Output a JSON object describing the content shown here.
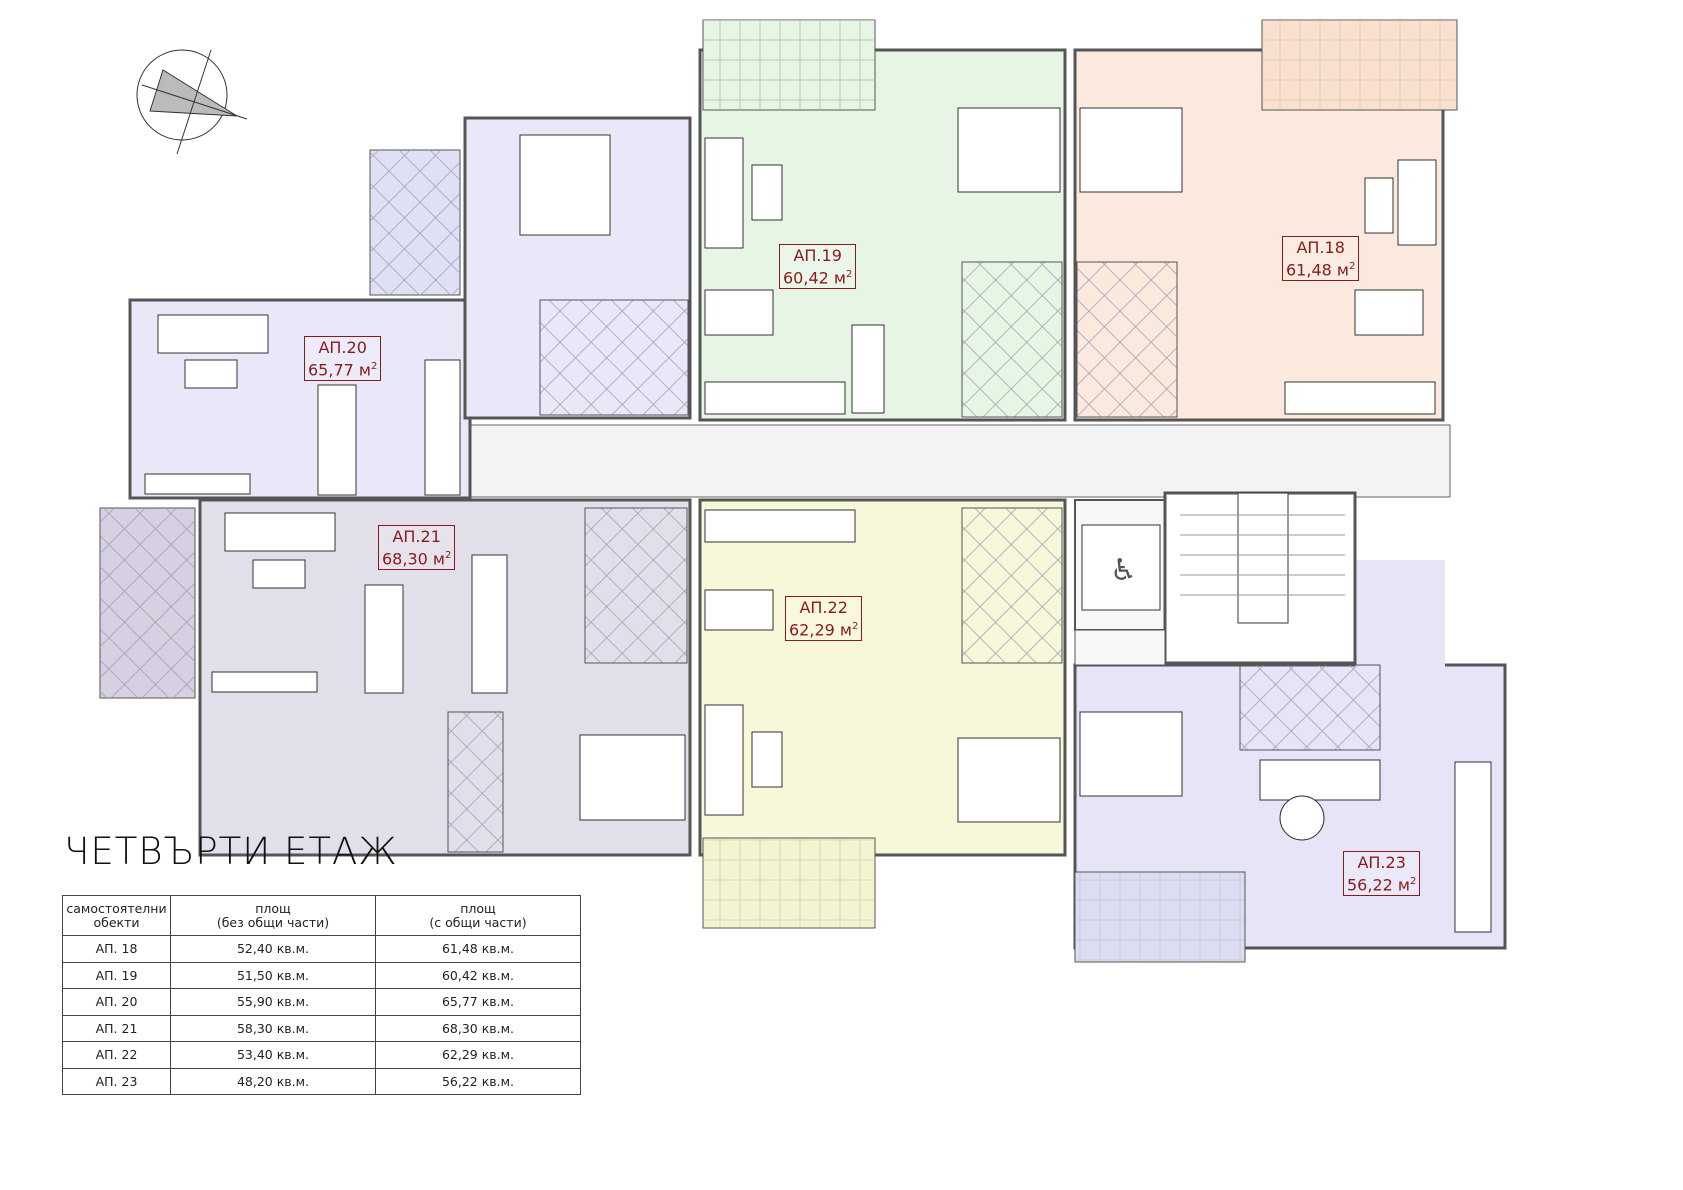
{
  "title": "ЧЕТВЪРТИ ЕТАЖ",
  "apartments": [
    {
      "name": "АП.18",
      "area": "61,48 м",
      "color": "#fbe9dd"
    },
    {
      "name": "АП.19",
      "area": "60,42 м",
      "color": "#e7f5e5"
    },
    {
      "name": "АП.20",
      "area": "65,77 м",
      "color": "#e8e8f9"
    },
    {
      "name": "АП.21",
      "area": "68,30 м",
      "color": "#e3dfea"
    },
    {
      "name": "АП.22",
      "area": "62,29 м",
      "color": "#f7f7da"
    },
    {
      "name": "АП.23",
      "area": "56,22 м",
      "color": "#e5e5f7"
    }
  ],
  "sup": "2",
  "table": {
    "headers": [
      [
        "самостоятелни",
        "обекти"
      ],
      [
        "площ",
        "(без общи части)"
      ],
      [
        "площ",
        "(с общи части)"
      ]
    ],
    "rows": [
      [
        "АП. 18",
        "52,40 кв.м.",
        "61,48 кв.м."
      ],
      [
        "АП. 19",
        "51,50 кв.м.",
        "60,42 кв.м."
      ],
      [
        "АП. 20",
        "55,90 кв.м.",
        "65,77 кв.м."
      ],
      [
        "АП. 21",
        "58,30 кв.м.",
        "68,30 кв.м."
      ],
      [
        "АП. 22",
        "53,40 кв.м.",
        "62,29 кв.м."
      ],
      [
        "АП. 23",
        "48,20 кв.м.",
        "56,22 кв.м."
      ]
    ]
  }
}
